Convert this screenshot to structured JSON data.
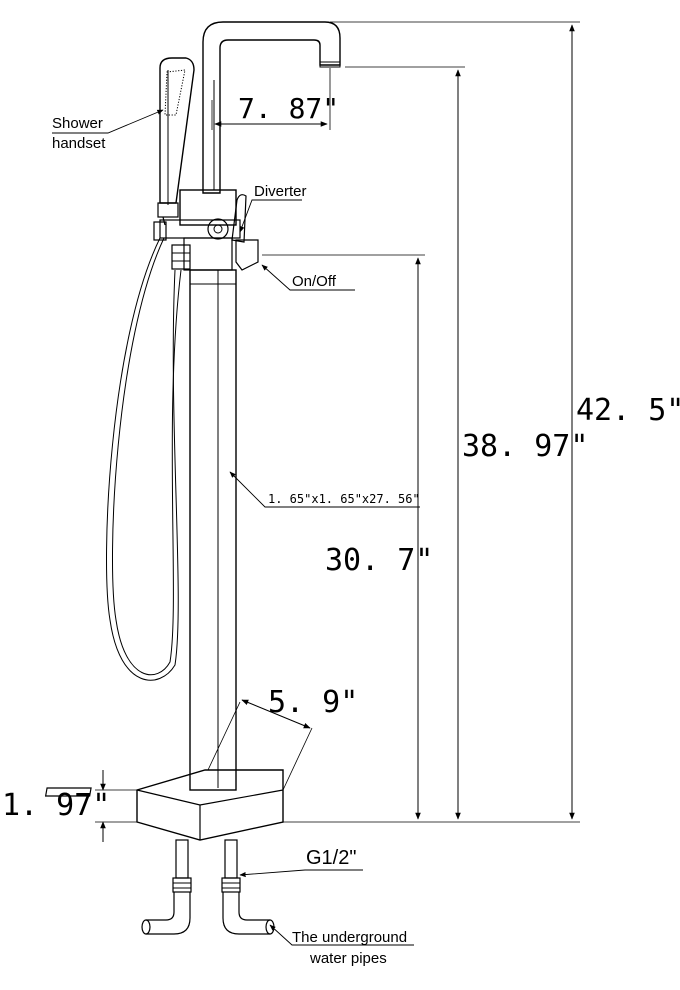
{
  "labels": {
    "shower_handset_line1": "Shower",
    "shower_handset_line2": "handset",
    "diverter": "Diverter",
    "on_off": "On/Off",
    "pipe_size": "1. 65\"x1. 65\"x27. 56\"",
    "thread": "G1/2\"",
    "underground_line1": "The underground",
    "underground_line2": "water pipes"
  },
  "dimensions": {
    "spout_reach": "7. 87\"",
    "total_height": "42. 5\"",
    "spout_height": "38. 97\"",
    "handle_height": "30. 7\"",
    "base_width": "5. 9\"",
    "base_height": "1. 97\""
  }
}
